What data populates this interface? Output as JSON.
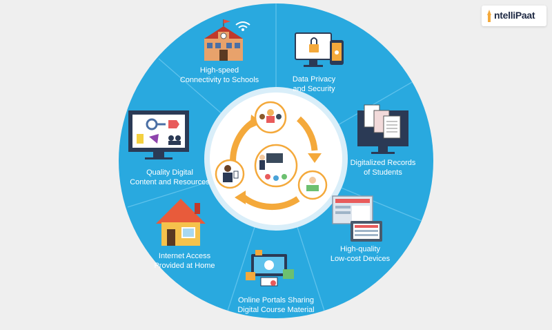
{
  "brand": {
    "name": "ntelliPaat"
  },
  "colors": {
    "background": "#efefef",
    "wheel": "#29a9df",
    "divider": "#5ec2ec",
    "center_ring": "#d9eef9",
    "arrow": "#f4a93b",
    "icon_ring": "#f4a93b"
  },
  "center": {
    "icons": [
      "teacher-at-board-icon",
      "group-of-students-icon",
      "student-reading-icon",
      "instructor-icon"
    ]
  },
  "segments": [
    {
      "id": "connectivity",
      "icon": "school-wifi-icon",
      "line1": "High-speed",
      "line2": "Connectivity to Schools"
    },
    {
      "id": "privacy",
      "icon": "privacy-lock-icon",
      "line1": "Data Privacy",
      "line2": "and Security"
    },
    {
      "id": "records",
      "icon": "digital-records-icon",
      "line1": "Digitalized Records",
      "line2": "of Students"
    },
    {
      "id": "devices",
      "icon": "low-cost-devices-icon",
      "line1": "High-quality",
      "line2": "Low-cost Devices"
    },
    {
      "id": "portals",
      "icon": "online-portal-icon",
      "line1": "Online Portals Sharing",
      "line2": "Digital Course Material"
    },
    {
      "id": "home",
      "icon": "home-internet-icon",
      "line1": "Internet Access",
      "line2": "Provided at Home"
    },
    {
      "id": "content",
      "icon": "digital-content-icon",
      "line1": "Quality Digital",
      "line2": "Content and Resources"
    }
  ]
}
